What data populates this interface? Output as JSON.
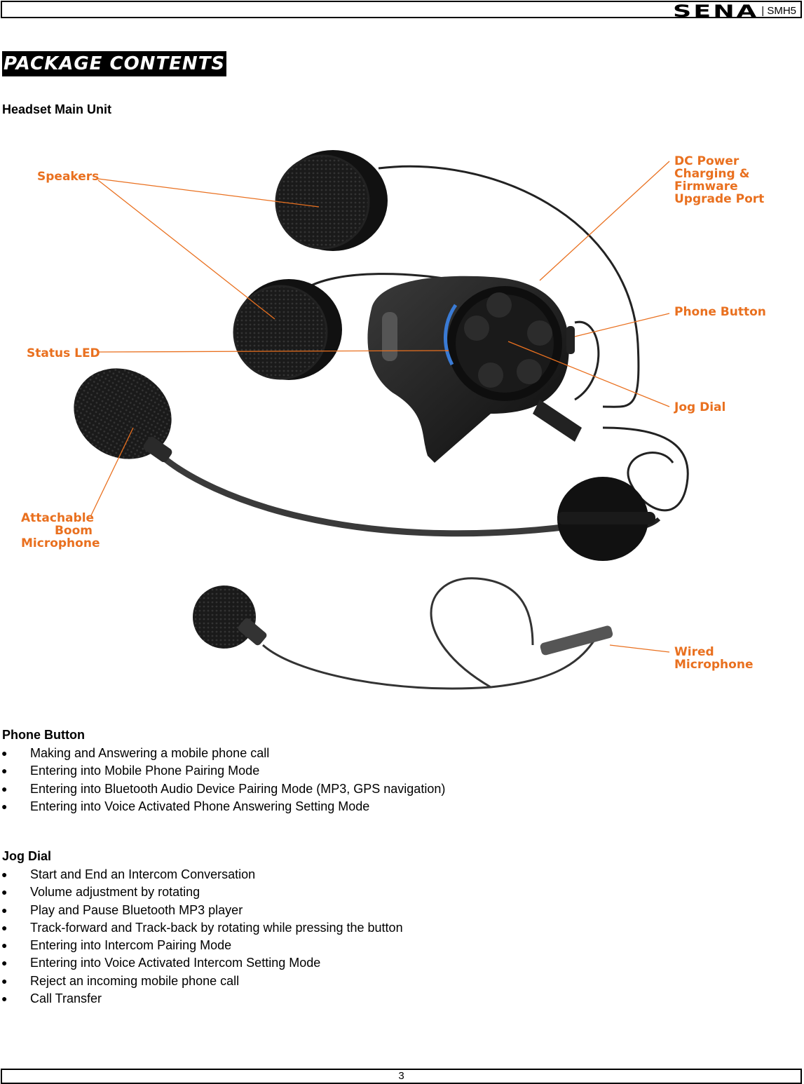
{
  "header": {
    "brand": "SENA",
    "model": "| SMH5"
  },
  "section_title": "PACKAGE CONTENTS",
  "figure": {
    "heading": "Headset Main Unit",
    "labels": {
      "speakers": "Speakers",
      "status_led": "Status LED",
      "boom_mic": [
        "Attachable",
        "Boom",
        "Microphone"
      ],
      "dc_power": [
        "DC Power",
        "Charging &",
        "Firmware",
        "Upgrade Port"
      ],
      "phone_button": "Phone Button",
      "jog_dial": "Jog Dial",
      "wired_mic": [
        "Wired",
        "Microphone"
      ]
    },
    "accent_color": "#e9701f"
  },
  "phone_button": {
    "heading": "Phone Button",
    "items": [
      "Making and Answering a mobile phone call",
      "Entering into Mobile Phone Pairing Mode",
      "Entering into Bluetooth Audio Device Pairing Mode (MP3, GPS navigation)",
      "Entering into Voice Activated Phone Answering Setting Mode"
    ]
  },
  "jog_dial": {
    "heading": "Jog Dial",
    "items": [
      "Start and End an Intercom Conversation",
      "Volume adjustment by rotating",
      "Play and Pause Bluetooth MP3 player",
      "Track-forward and Track-back by rotating while pressing the button",
      "Entering into Intercom Pairing Mode",
      "Entering into Voice Activated Intercom Setting Mode",
      "Reject an incoming mobile phone call",
      "Call Transfer"
    ]
  },
  "footer": {
    "page_number": "3"
  }
}
